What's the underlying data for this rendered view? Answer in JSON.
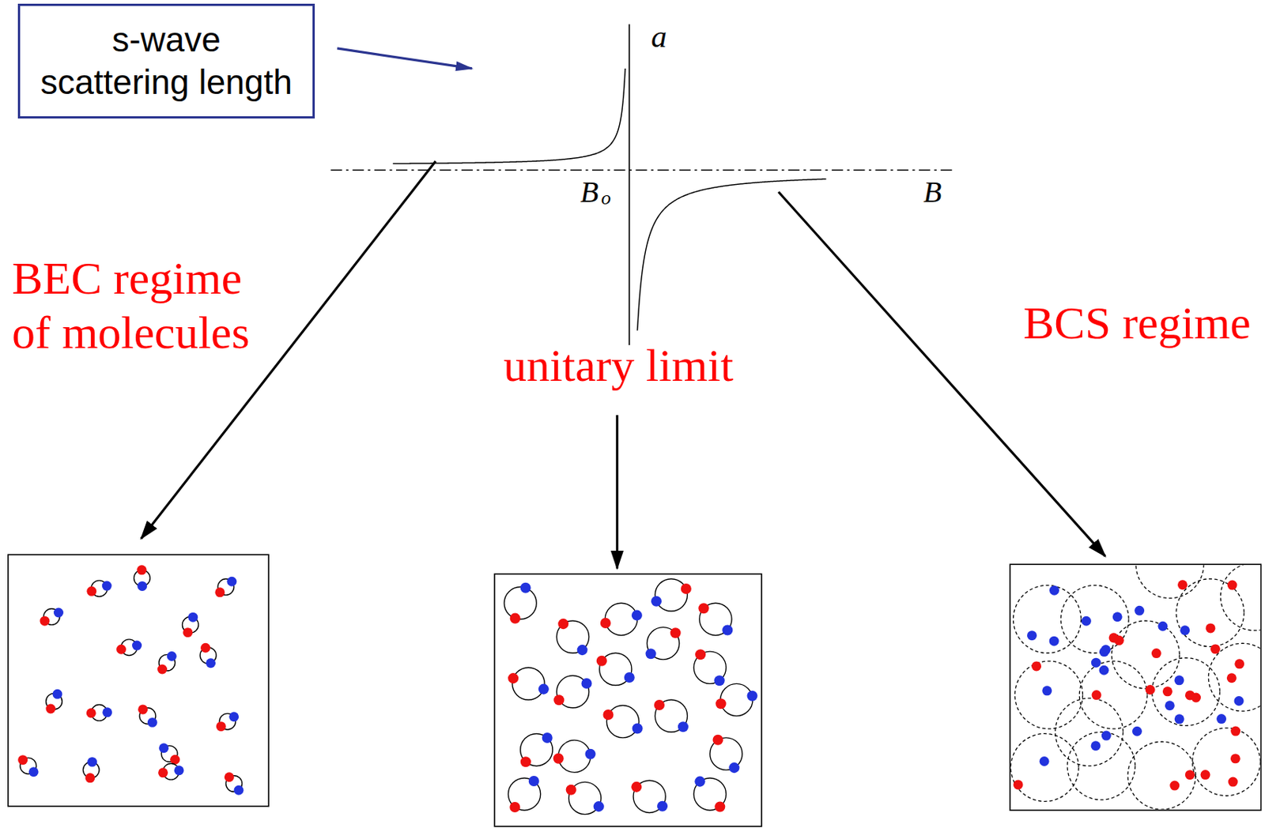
{
  "diagram": {
    "nodes": [
      {
        "text": [
          "s-wave scattering length"
        ]
      }
    ],
    "labels": [
      "a",
      "B",
      "o",
      "B",
      "BEC regime of molecules",
      "unitary limit",
      "BCS regime"
    ]
  }
}
